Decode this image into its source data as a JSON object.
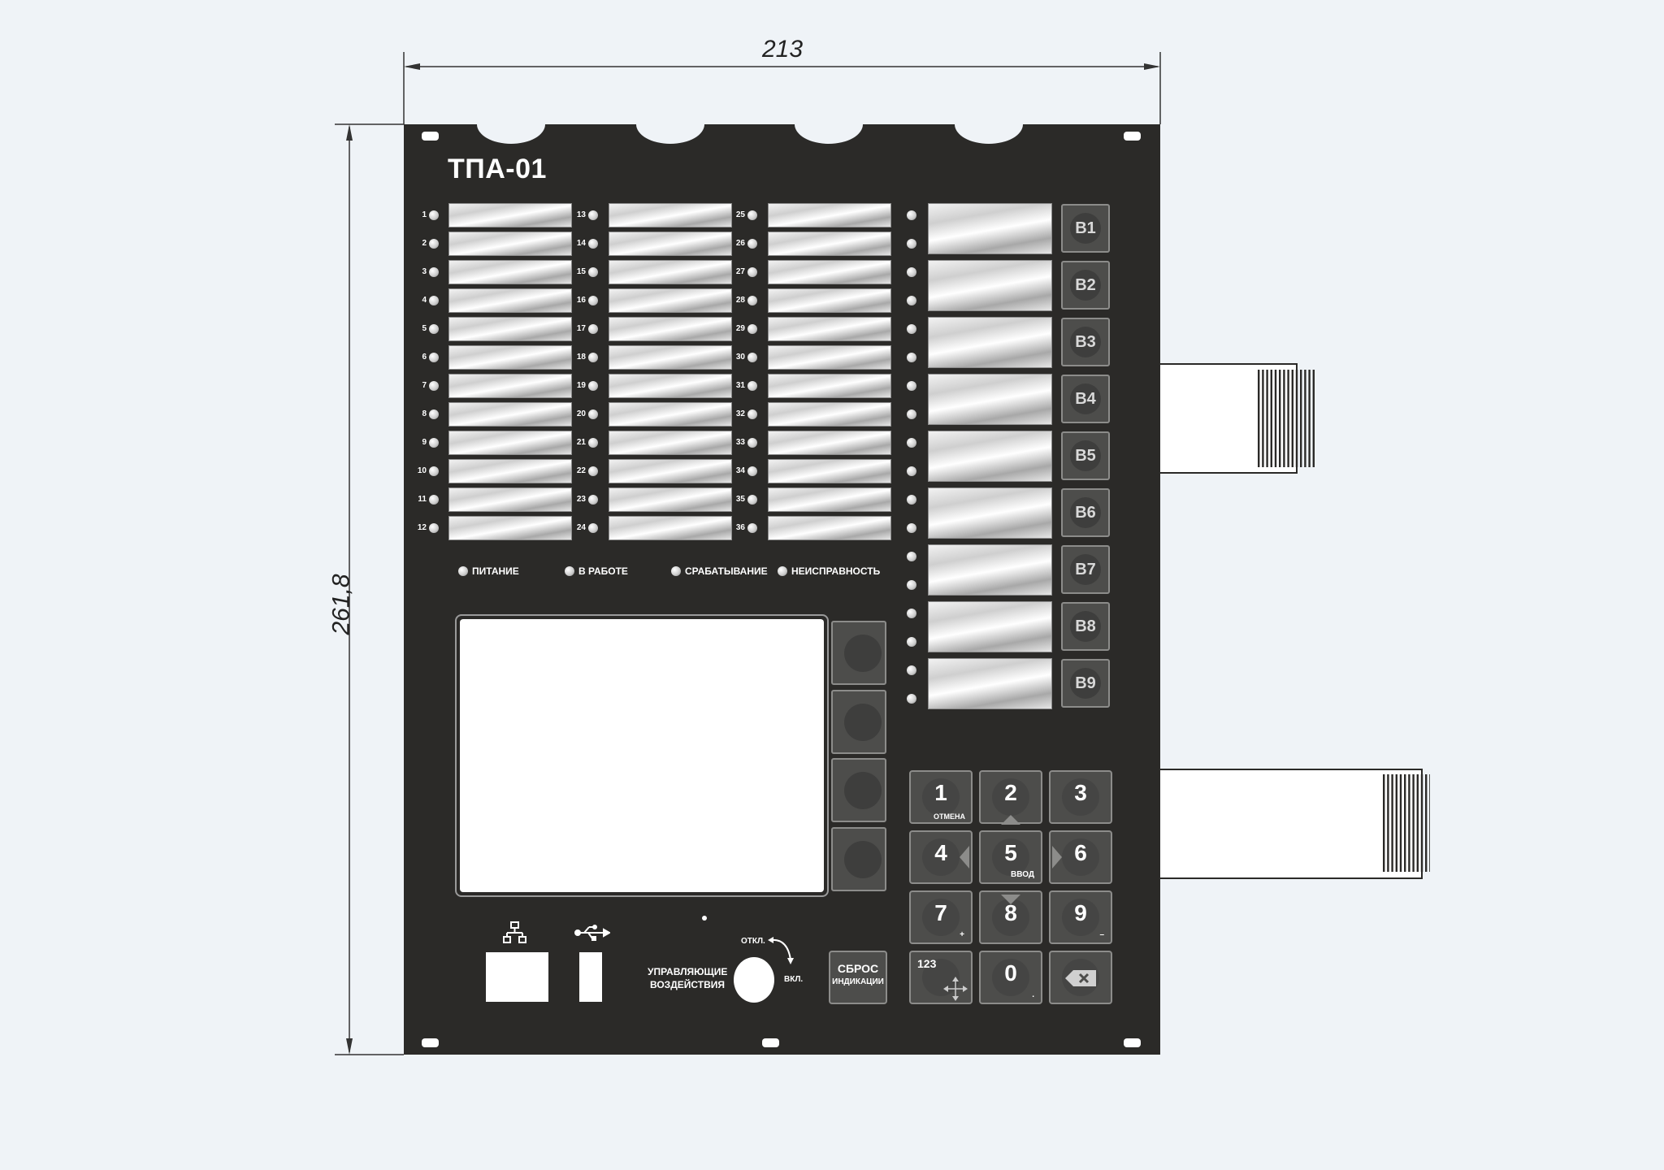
{
  "dimensions": {
    "width_label": "213",
    "height_label": "261,8"
  },
  "device": {
    "title": "ТПА-01",
    "column1_numbers": [
      "1",
      "2",
      "3",
      "4",
      "5",
      "6",
      "7",
      "8",
      "9",
      "10",
      "11",
      "12"
    ],
    "column2_numbers": [
      "13",
      "14",
      "15",
      "16",
      "17",
      "18",
      "19",
      "20",
      "21",
      "22",
      "23",
      "24"
    ],
    "column3_numbers": [
      "25",
      "26",
      "27",
      "28",
      "29",
      "30",
      "31",
      "32",
      "33",
      "34",
      "35",
      "36"
    ],
    "status_labels": [
      "ПИТАНИЕ",
      "В РАБОТЕ",
      "СРАБАТЫВАНИЕ",
      "НЕИСПРАВНОСТЬ"
    ],
    "b_buttons": [
      "B1",
      "B2",
      "B3",
      "B4",
      "B5",
      "B6",
      "B7",
      "B8",
      "B9"
    ],
    "keypad": [
      {
        "digit": "1",
        "sub": "ОТМЕНА"
      },
      {
        "digit": "2",
        "sub": ""
      },
      {
        "digit": "3",
        "sub": ""
      },
      {
        "digit": "4",
        "sub": ""
      },
      {
        "digit": "5",
        "sub": "ВВОД"
      },
      {
        "digit": "6",
        "sub": ""
      },
      {
        "digit": "7",
        "sub": "+"
      },
      {
        "digit": "8",
        "sub": ""
      },
      {
        "digit": "9",
        "sub": "–"
      },
      {
        "digit": "123",
        "sub": ""
      },
      {
        "digit": "0",
        "sub": "."
      },
      {
        "digit": "",
        "sub": ""
      }
    ],
    "control_label": "УПРАВЛЯЮЩИЕ ВОЗДЕЙСТВИЯ",
    "switch_off": "ОТКЛ.",
    "switch_on": "ВКЛ.",
    "reset_button": {
      "line1": "СБРОС",
      "line2": "ИНДИКАЦИИ"
    },
    "icons": [
      "network-icon",
      "usb-icon",
      "backspace-icon",
      "arrows-move-icon"
    ]
  }
}
